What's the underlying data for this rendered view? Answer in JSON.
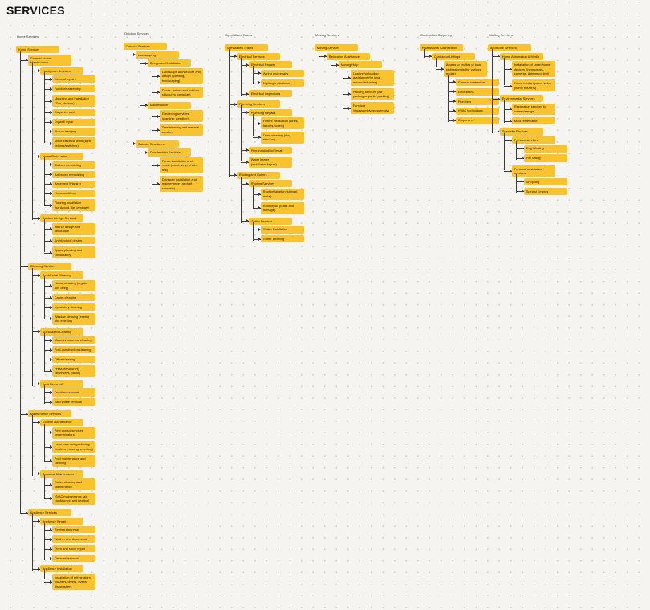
{
  "page": {
    "title": "SERVICES"
  },
  "colors": {
    "background": "#f5f4f1",
    "node_fill": "#f9c32f",
    "connector": "#3b3b3b",
    "label_text": "#3c3c3c"
  },
  "columns": [
    {
      "label": "Home Services",
      "tree": {
        "text": "Home Services",
        "children": [
          {
            "text": "General Home Maintenance",
            "children": [
              {
                "text": "Handyman Services",
                "children": [
                  {
                    "text": "General repairs"
                  },
                  {
                    "text": "Furniture assembly"
                  },
                  {
                    "text": "Mounting and installation (TVs, shelves)"
                  },
                  {
                    "text": "Carpentry work"
                  },
                  {
                    "text": "Drywall repair"
                  },
                  {
                    "text": "Picture hanging"
                  },
                  {
                    "text": "Minor electrical work (light fixtures/switches)"
                  }
                ]
              },
              {
                "text": "Home Renovation",
                "children": [
                  {
                    "text": "Kitchen remodeling"
                  },
                  {
                    "text": "Bathroom remodeling"
                  },
                  {
                    "text": "Basement finishing"
                  },
                  {
                    "text": "Home additions"
                  },
                  {
                    "text": "Flooring installation (hardwood, tile, laminate)"
                  }
                ]
              },
              {
                "text": "Custom Design Services",
                "children": [
                  {
                    "text": "Interior design and decoration"
                  },
                  {
                    "text": "Architectural design"
                  },
                  {
                    "text": "Space planning and consultancy"
                  }
                ]
              }
            ]
          },
          {
            "text": "Cleaning Services",
            "children": [
              {
                "text": "Residential Cleaning",
                "children": [
                  {
                    "text": "House cleaning (regular and deep)"
                  },
                  {
                    "text": "Carpet cleaning"
                  },
                  {
                    "text": "Upholstery cleaning"
                  },
                  {
                    "text": "Window cleaning (interior and exterior)"
                  }
                ]
              },
              {
                "text": "Specialized Cleaning",
                "children": [
                  {
                    "text": "Move-in/move-out cleaning"
                  },
                  {
                    "text": "Post-construction cleaning"
                  },
                  {
                    "text": "Office cleaning"
                  },
                  {
                    "text": "Pressure washing (driveways, patios)"
                  }
                ]
              },
              {
                "text": "Junk Removal",
                "children": [
                  {
                    "text": "Furniture removal"
                  },
                  {
                    "text": "Yard waste removal"
                  }
                ]
              }
            ]
          },
          {
            "text": "Maintenance Services",
            "children": [
              {
                "text": "Routine Maintenance",
                "children": [
                  {
                    "text": "Pest control services (exterminators)"
                  },
                  {
                    "text": "Lawn care and gardening services (mowing, weeding)"
                  },
                  {
                    "text": "Pool maintenance and cleaning"
                  }
                ]
              },
              {
                "text": "Seasonal Maintenance",
                "children": [
                  {
                    "text": "Gutter cleaning and maintenance"
                  },
                  {
                    "text": "HVAC maintenance (air conditioning and heating)"
                  }
                ]
              }
            ]
          },
          {
            "text": "Appliance Services",
            "children": [
              {
                "text": "Appliance Repair",
                "children": [
                  {
                    "text": "Refrigerator repair"
                  },
                  {
                    "text": "Washer and dryer repair"
                  },
                  {
                    "text": "Oven and stove repair"
                  },
                  {
                    "text": "Dishwasher repair"
                  }
                ]
              },
              {
                "text": "Appliance Installation",
                "children": [
                  {
                    "text": "Installation of refrigerators, washers, dryers, ovens, dishwashers"
                  }
                ]
              }
            ]
          }
        ]
      }
    },
    {
      "label": "Outdoor Services",
      "tree": {
        "text": "Outdoor Services",
        "children": [
          {
            "text": "Landscaping",
            "children": [
              {
                "text": "Design and Installation",
                "children": [
                  {
                    "text": "Landscape architecture and design (planting, hardscaping)"
                  },
                  {
                    "text": "Decks, patios, and outdoor structures (pergolas)"
                  }
                ]
              },
              {
                "text": "Maintenance",
                "children": [
                  {
                    "text": "Gardening services (planting, weeding)"
                  },
                  {
                    "text": "Tree trimming and removal services"
                  }
                ]
              }
            ]
          },
          {
            "text": "Outdoor Structures",
            "children": [
              {
                "text": "Construction Services",
                "children": [
                  {
                    "text": "Fence installation and repair (wood, vinyl, chain-link)"
                  },
                  {
                    "text": "Driveway installation and maintenance (asphalt, concrete)"
                  }
                ]
              }
            ]
          }
        ]
      }
    },
    {
      "label": "Specialized Teams",
      "tree": {
        "text": "Specialized Teams",
        "children": [
          {
            "text": "Electrical Services",
            "children": [
              {
                "text": "Electrical Repairs",
                "children": [
                  {
                    "text": "Wiring and repairs"
                  },
                  {
                    "text": "Lighting installation"
                  }
                ]
              },
              {
                "text": "Electrical Inspections"
              }
            ]
          },
          {
            "text": "Plumbing Services",
            "children": [
              {
                "text": "Plumbing Repairs",
                "children": [
                  {
                    "text": "Fixture installation (sinks, faucets, toilets)"
                  },
                  {
                    "text": "Drain cleaning (clog removal)"
                  }
                ]
              },
              {
                "text": "Pipe installation/Repair"
              },
              {
                "text": "Water heater (installation/repair)"
              }
            ]
          },
          {
            "text": "Roofing and Gutters",
            "children": [
              {
                "text": "Roofing Services",
                "children": [
                  {
                    "text": "Roof installation (shingle, metal)"
                  },
                  {
                    "text": "Roof repair (leaks and damage)"
                  }
                ]
              },
              {
                "text": "Gutter Services",
                "children": [
                  {
                    "text": "Gutter installation"
                  },
                  {
                    "text": "Gutter cleaning"
                  }
                ]
              }
            ]
          }
        ]
      }
    },
    {
      "label": "Moving Services",
      "tree": {
        "text": "Moving Services",
        "children": [
          {
            "text": "Relocation Assistance",
            "children": [
              {
                "text": "Moving Help",
                "children": [
                  {
                    "text": "Loading/unloading assistance (for local moves/deliveries)"
                  },
                  {
                    "text": "Packing services (full packing or partial packing)"
                  },
                  {
                    "text": "Furniture (disassembly/reassembly)"
                  }
                ]
              }
            ]
          }
        ]
      }
    },
    {
      "label": "Contractual Carpentry",
      "tree": {
        "text": "Professional Connections",
        "children": [
          {
            "text": "Contractor Listings",
            "children": [
              {
                "text": "Access to profiles of local professionals (for various trades)",
                "children": [
                  {
                    "text": "General contractors"
                  },
                  {
                    "text": "Electricians"
                  },
                  {
                    "text": "Plumbers"
                  },
                  {
                    "text": "HVAC technicians"
                  },
                  {
                    "text": "Carpenters"
                  }
                ]
              }
            ]
          }
        ]
      }
    },
    {
      "label": "Staffing Services",
      "tree": {
        "text": "Additional Services",
        "children": [
          {
            "text": "Home Automation & Media",
            "children": [
              {
                "text": "Installation of smart home devices (thermostats, cameras, lighting control)"
              },
              {
                "text": "Home media system setup (home theaters)"
              }
            ]
          },
          {
            "text": "Environmental Services",
            "children": [
              {
                "text": "Restoration services for water damage"
              },
              {
                "text": "Mold remediation"
              }
            ]
          },
          {
            "text": "Specialty Services",
            "children": [
              {
                "text": "Pet care services",
                "children": [
                  {
                    "text": "Dog Walking"
                  },
                  {
                    "text": "Pet Sitting"
                  }
                ]
              },
              {
                "text": "Personal assistance services",
                "children": [
                  {
                    "text": "Shopping"
                  },
                  {
                    "text": "Special Errands"
                  }
                ]
              }
            ]
          }
        ]
      }
    }
  ]
}
